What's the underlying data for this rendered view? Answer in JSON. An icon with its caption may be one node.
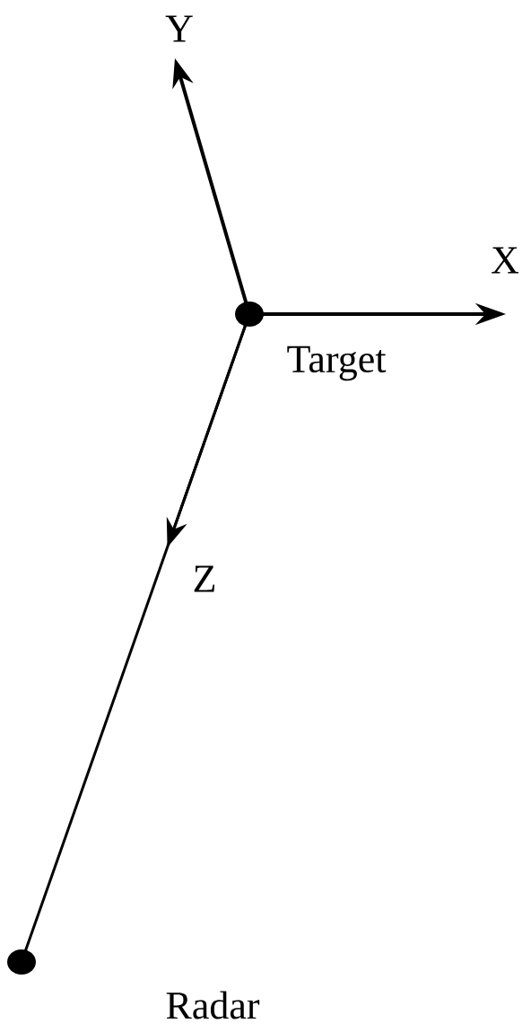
{
  "diagram": {
    "nodes": [
      {
        "text": [],
        "shape": "circle",
        "beside": [
          "Target"
        ]
      },
      {
        "text": [],
        "shape": "circle",
        "beside": [
          "Radar"
        ]
      }
    ],
    "edges": [
      {
        "from": 0,
        "to": 1,
        "arrow": "none"
      }
    ],
    "labels": [
      "Y",
      "X",
      "Z"
    ]
  }
}
